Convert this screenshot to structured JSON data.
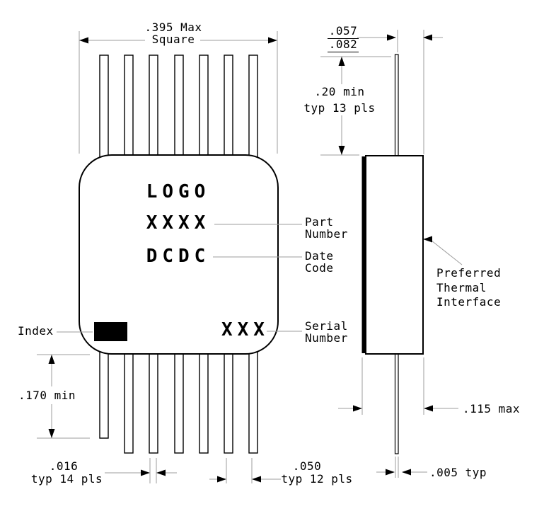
{
  "drawing": {
    "title_semantic": "IC package outline drawing, top and side views",
    "front_view": {
      "marking": {
        "logo": "LOGO",
        "part_number_field": "XXXX",
        "date_code_field": "DCDC",
        "serial_number_field": "XXX"
      },
      "labels": {
        "index": "Index",
        "part_number": [
          "Part",
          "Number"
        ],
        "date_code": [
          "Date",
          "Code"
        ],
        "serial_number": [
          "Serial",
          "Number"
        ]
      },
      "dimensions": {
        "body_width": [
          ".395 Max",
          "Square"
        ],
        "lead_length": ".170 min",
        "lead_width": [
          ".016",
          "typ 14 pls"
        ],
        "lead_pitch": [
          ".050",
          "typ 12 pls"
        ]
      }
    },
    "side_view": {
      "dimensions": {
        "lead_setback_upper": ".057",
        "lead_setback_lower": ".082",
        "lead_min_length": [
          ".20 min",
          "typ 13 pls"
        ],
        "body_depth": ".115 max",
        "lead_thickness": ".005 typ"
      },
      "thermal_label": [
        "Preferred",
        "Thermal",
        "Interface"
      ]
    },
    "colors": {
      "object_line": "#000000",
      "dimension_line": "#9e9e9e",
      "background": "#ffffff",
      "index_mark": "#000000"
    }
  }
}
